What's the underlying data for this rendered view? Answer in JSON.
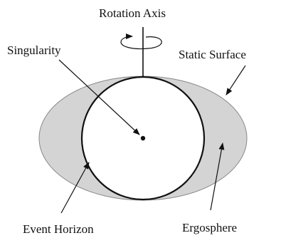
{
  "labels": {
    "rotation_axis": "Rotation Axis",
    "singularity": "Singularity",
    "static_surface": "Static Surface",
    "event_horizon": "Event Horizon",
    "ergosphere": "Ergosphere"
  },
  "colors": {
    "ergosphere_fill": "#d4d4d4",
    "outline": "#111111",
    "horizon_fill": "#ffffff"
  }
}
